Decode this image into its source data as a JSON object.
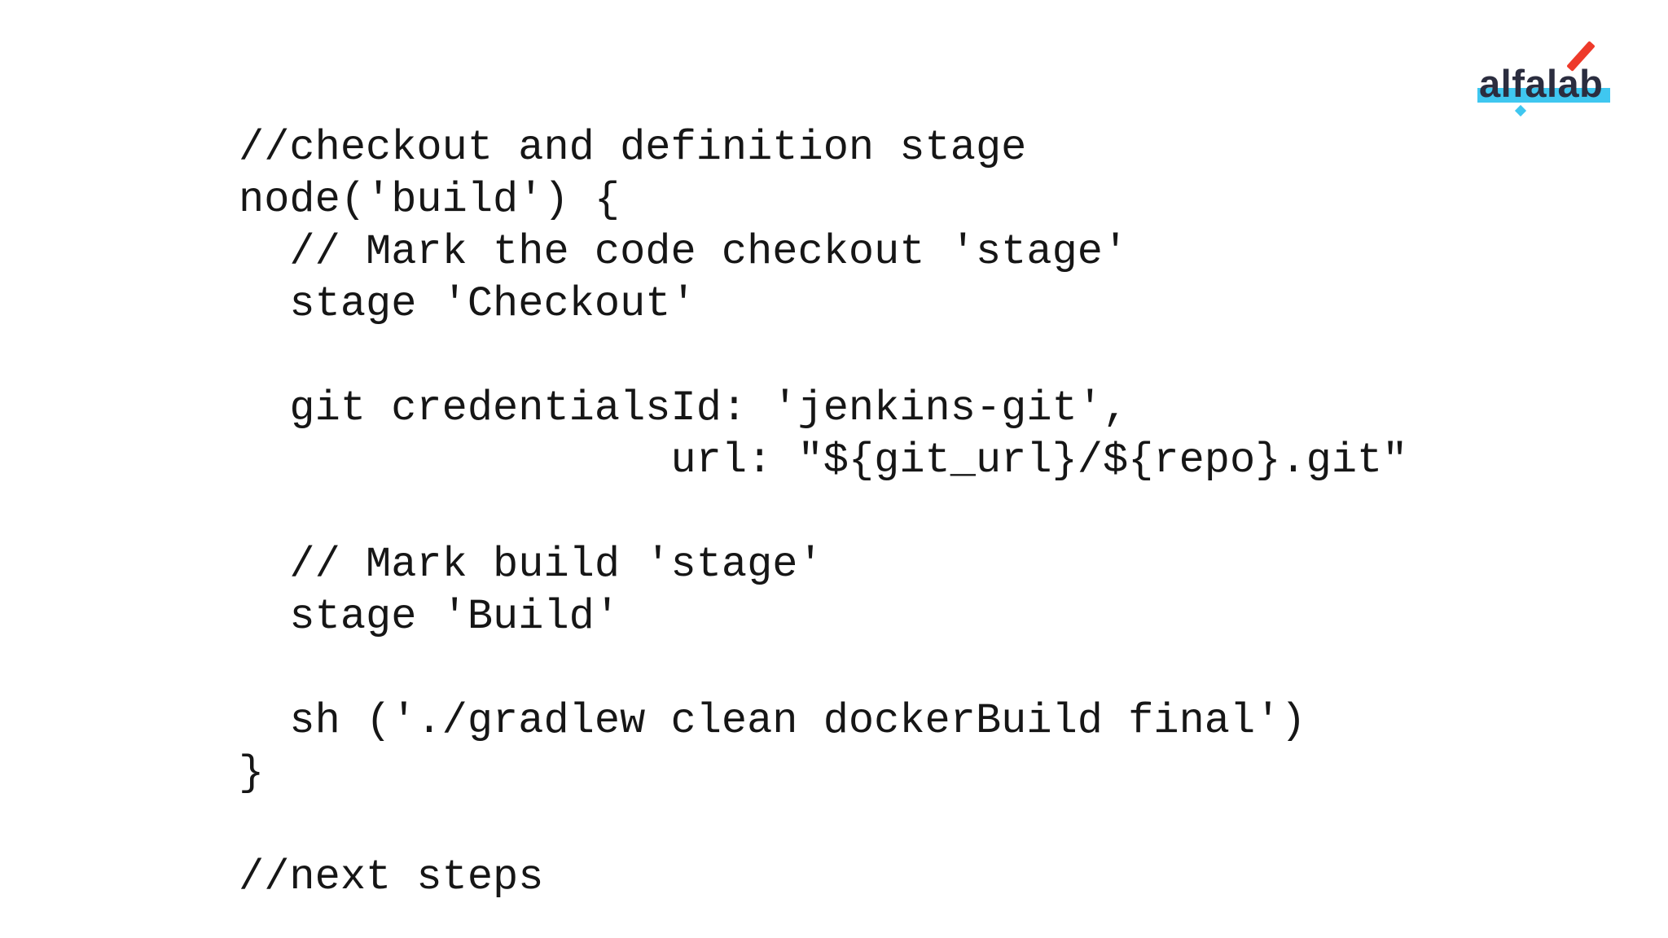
{
  "page": {
    "background": "#ffffff",
    "code_text_color": "#161616"
  },
  "logo": {
    "text": "alfalab",
    "colors": {
      "navy": "#2b2d3f",
      "cyan": "#3fc7f0",
      "red": "#ee3a2a"
    }
  },
  "code": {
    "language": "jenkins-groovy",
    "lines": [
      "//checkout and definition stage",
      "node('build') {",
      "  // Mark the code checkout 'stage'",
      "  stage 'Checkout'",
      "",
      "  git credentialsId: 'jenkins-git',",
      "                 url: \"${git_url}/${repo}.git\"",
      "",
      "  // Mark build 'stage'",
      "  stage 'Build'",
      "",
      "  sh ('./gradlew clean dockerBuild final')",
      "}",
      "",
      "//next steps"
    ]
  }
}
